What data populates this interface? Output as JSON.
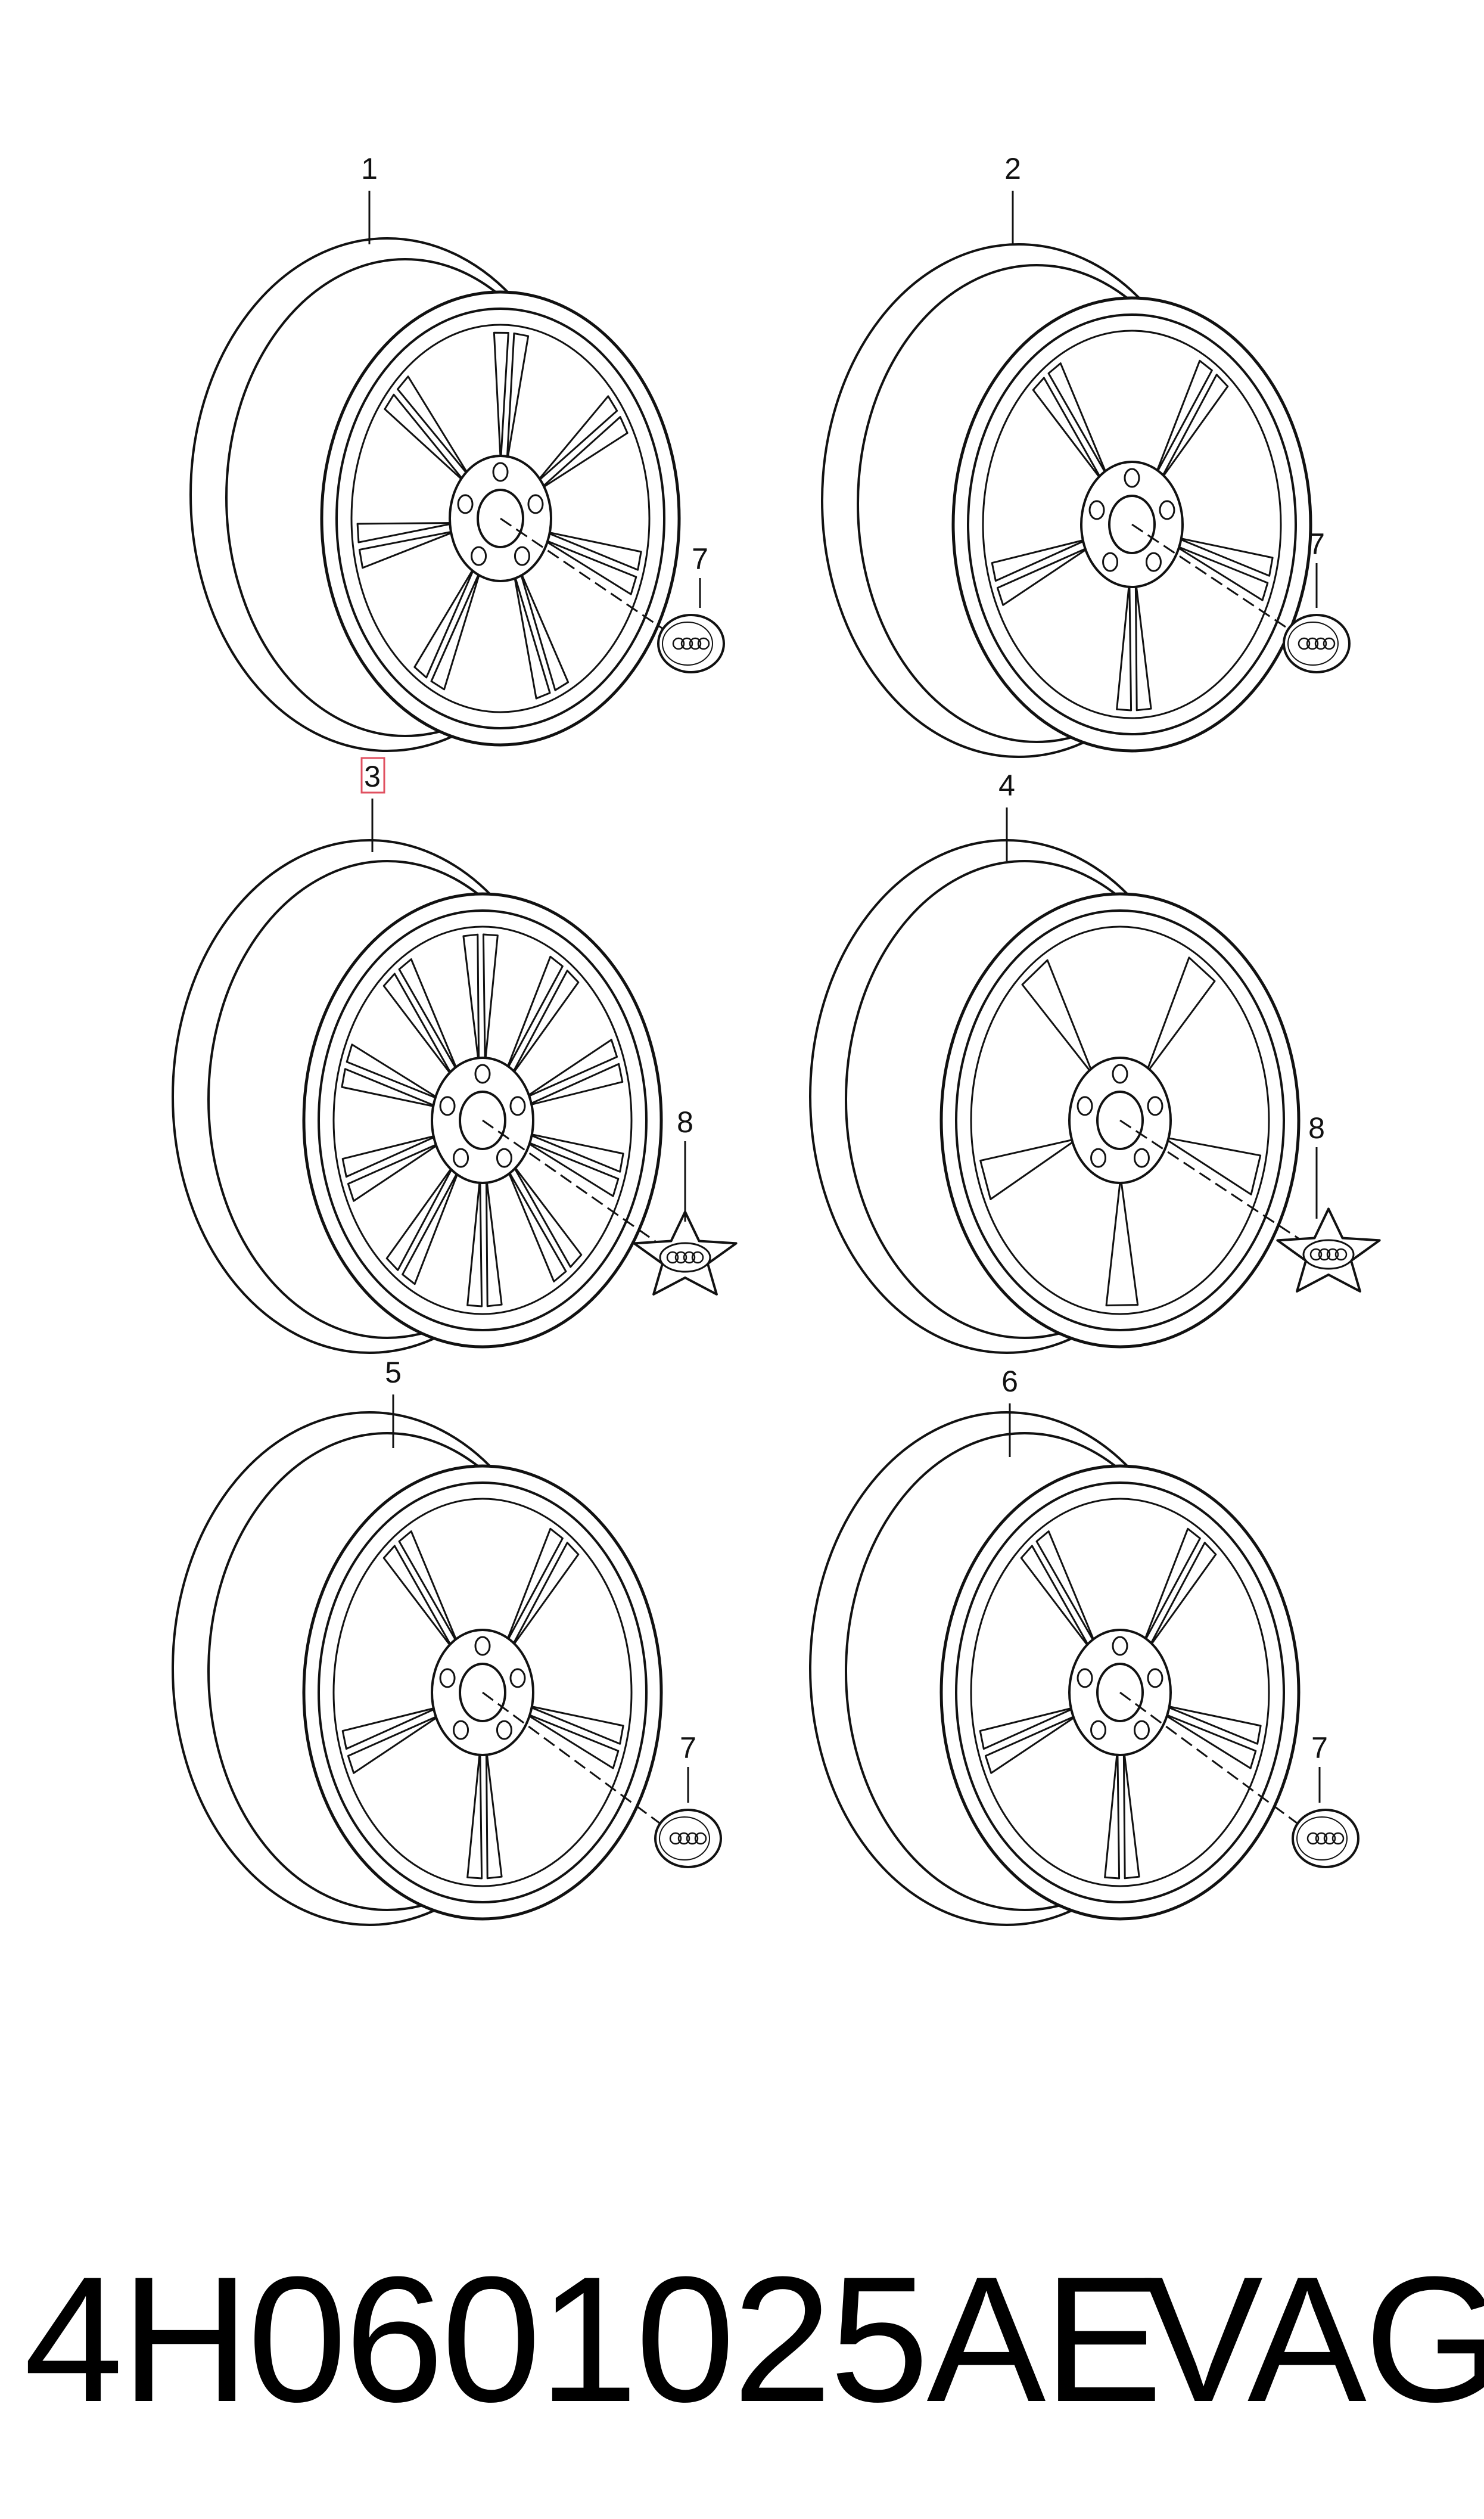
{
  "diagram": {
    "colors": {
      "line": "#111111",
      "highlight": "#e05060",
      "background": "#ffffff"
    },
    "items": [
      {
        "callout": "1",
        "type": "wheel",
        "spokes": 7,
        "double_spoke": true,
        "cap_callout": "7",
        "cap_type": "round-cap"
      },
      {
        "callout": "2",
        "type": "wheel",
        "spokes": 5,
        "double_spoke": true,
        "cap_callout": "7",
        "cap_type": "round-cap"
      },
      {
        "callout": "3",
        "type": "wheel",
        "spokes": 10,
        "double_spoke": true,
        "cap_callout": "8",
        "cap_type": "star-cap",
        "highlighted": true
      },
      {
        "callout": "4",
        "type": "wheel",
        "spokes": 5,
        "double_spoke": false,
        "cap_callout": "8",
        "cap_type": "star-cap"
      },
      {
        "callout": "5",
        "type": "wheel",
        "spokes": 5,
        "double_spoke": true,
        "cap_callout": "7",
        "cap_type": "round-cap"
      },
      {
        "callout": "6",
        "type": "wheel",
        "spokes": 5,
        "double_spoke": true,
        "cap_callout": "7",
        "cap_type": "round-cap"
      }
    ],
    "cap_logo_icon": "four-rings-logo-icon"
  },
  "footer": {
    "part_number": "4H0601025AE",
    "brand": "VAG"
  }
}
